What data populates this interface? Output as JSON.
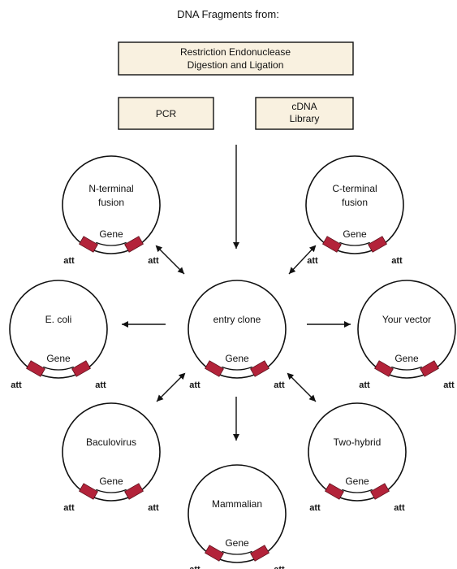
{
  "title": "DNA Fragments from:",
  "sources": {
    "restriction": [
      "Restriction Endonuclease",
      "Digestion and Ligation"
    ],
    "pcr": "PCR",
    "cdna": [
      "cDNA",
      "Library"
    ]
  },
  "plasmids": {
    "entry": [
      "entry clone"
    ],
    "n_terminal": [
      "N-terminal",
      "fusion"
    ],
    "c_terminal": [
      "C-terminal",
      "fusion"
    ],
    "ecoli": [
      "E. coli"
    ],
    "your_vector": [
      "Your vector"
    ],
    "baculovirus": [
      "Baculovirus"
    ],
    "two_hybrid": [
      "Two-hybrid"
    ],
    "mammalian": [
      "Mammalian"
    ]
  },
  "gene_label": "Gene",
  "site_label": "att",
  "colors": {
    "box_fill": "#f9f1e0",
    "site_fill": "#b3233a",
    "stroke": "#111111"
  },
  "icons": [
    "arrow-down-icon",
    "double-arrow-icon",
    "arrow-left-icon",
    "arrow-right-icon"
  ]
}
